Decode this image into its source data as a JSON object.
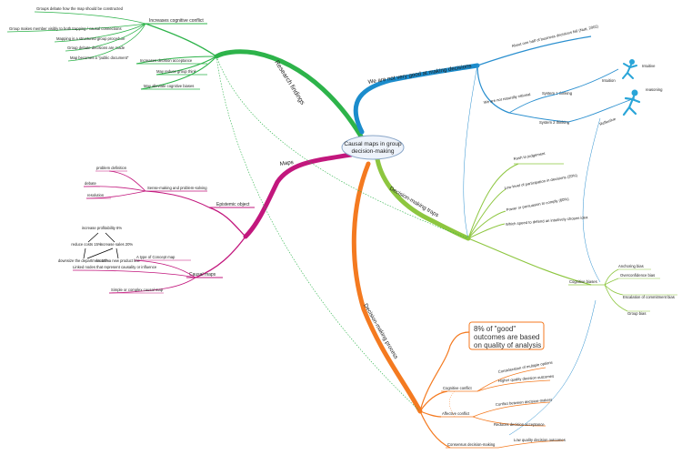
{
  "center": {
    "line1": "Causal maps in group",
    "line2": "decision-making"
  },
  "branches": {
    "research": "Research findings",
    "maps": "Maps",
    "traps": "Decision-making traps",
    "process": "Decision-making process",
    "not_good": "We are not very good at making decisions"
  },
  "research": {
    "increase_conflict": "Increases cognitive conflict",
    "c1": "Groups debate how the map should be constructed",
    "c2": "Group makes member visibly to both trapping / causal connections",
    "c3": "Mapping is a structured group procedure",
    "c4": "Group debate decisions are made",
    "c5": "Map becomes a \"public document\"",
    "acceptance": "Increases decision acceptance",
    "groupthink": "May reduce group think",
    "biases": "May alleviate cognitive biases"
  },
  "maps": {
    "epistemic": "Epistemic object",
    "sense": "Sense-making and problem-solving",
    "e1": "problem definition",
    "e2": "debate",
    "e3": "resolution",
    "causal": "Causal maps",
    "node_top": "increase profitability 6%",
    "node_ml": "reduce costs 15%",
    "node_mr": "increase sales 20%",
    "node_bl": "downsize the department 15%",
    "node_br": "launch a new product line",
    "m1": "A type of Concept map",
    "m2": "Linked nodes that represent causality or influence",
    "m3": "Simple or complex causal map"
  },
  "not_good": {
    "about_half": "About one half of business decisions fail (Nutt, 2002)",
    "not_rational": "We are not naturally rational",
    "system1": "System 1 thinking",
    "system2": "System 2 thinking",
    "intuition": "Intuition",
    "reasoning": "reasoning",
    "reflective": "Reflective",
    "intuitive": "Intuitive"
  },
  "traps": {
    "t1": "Rush to judgement",
    "t2": "Low level of participation in decisions (20%)",
    "t3": "Power or persuasion to comply (60%)",
    "t4": "Which speed to defend an intuitively chosen idea",
    "cog_biases": "Cognitive biases",
    "b1": "Anchoring bias",
    "b2": "Overconfidence bias",
    "b3": "Escalation of commitment bias",
    "b4": "Group bias"
  },
  "process": {
    "callout_l1": "8% of \"good\"",
    "callout_l2": "outcomes are based",
    "callout_l3": "on quality of analysis",
    "cognitive_conflict": "Cognitive conflict",
    "cc1": "Consideration of multiple options",
    "cc2": "Higher quality decision outcomes",
    "affective_conflict": "Affective conflict",
    "ac1": "Conflict between decision-makers",
    "ac2": "Reduces decision acceptance",
    "consensus": "Consensus decision-making",
    "cs1": "Low quality decision outcomes"
  },
  "colors": {
    "research": "#2db34a",
    "maps": "#c2177d",
    "traps": "#8dc63f",
    "process": "#f47a20",
    "not_good": "#1b8ccc",
    "sub_blue": "#2a8fcf",
    "callout_border": "#f47a20"
  }
}
